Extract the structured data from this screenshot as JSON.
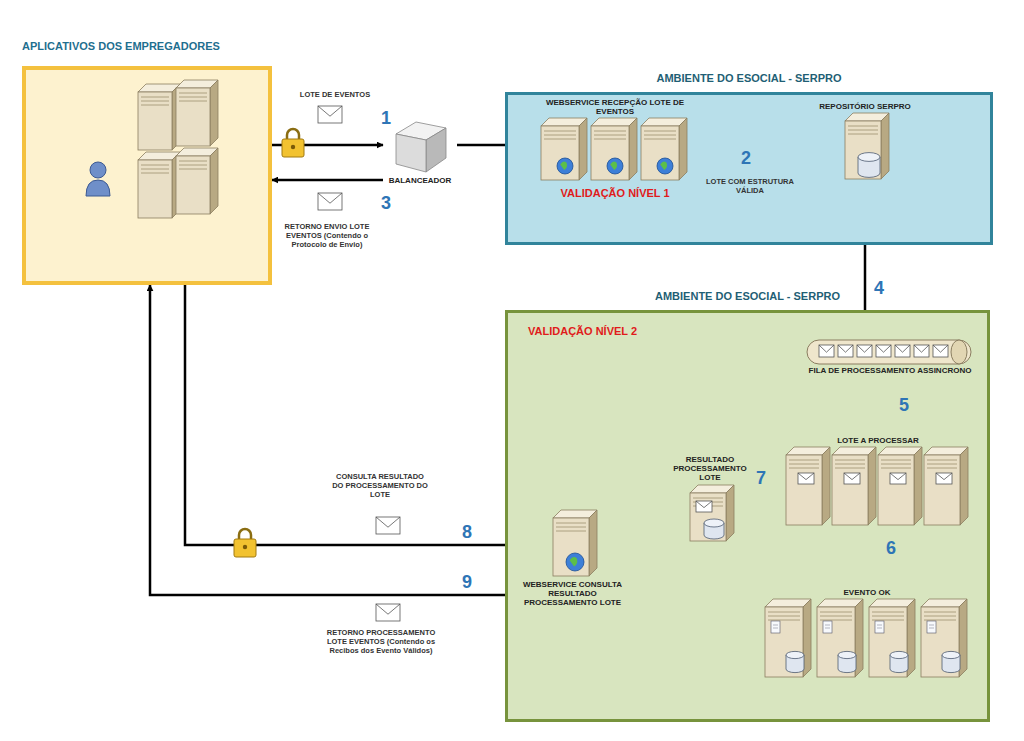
{
  "diagram": {
    "nodes": [
      {
        "text": [
          "APLICATIVOS DOS EMPREGADORES"
        ]
      },
      {
        "text": [
          "BALANCEADOR"
        ]
      },
      {
        "text": [
          "AMBIENTE DO ESOCIAL - SERPRO"
        ]
      },
      {
        "text": [
          "WEBSERVICE RECEPÇÃO LOTE DE EVENTOS",
          "VALIDAÇÃO NÍVEL 1"
        ],
        "in": 2
      },
      {
        "text": [
          "REPOSITÓRIO SERPRO"
        ],
        "in": 2
      },
      {
        "text": [
          "AMBIENTE DO ESOCIAL - SERPRO",
          "VALIDAÇÃO NÍVEL 2"
        ]
      },
      {
        "text": [
          "FILA DE PROCESSAMENTO ASSINCRONO"
        ],
        "in": 5
      },
      {
        "text": [
          "LOTE A PROCESSAR"
        ],
        "in": 5
      },
      {
        "text": [
          "RESULTADO PROCESSAMENTO LOTE"
        ],
        "in": 5
      },
      {
        "text": [
          "EVENTO OK"
        ],
        "in": 5
      },
      {
        "text": [
          "WEBSERVICE CONSULTA RESULTADO PROCESSAMENTO LOTE"
        ],
        "in": 5
      }
    ],
    "edges": [
      {
        "from": 0,
        "to": 1,
        "arrow": "to",
        "label": "LOTE DE EVENTOS"
      },
      {
        "from": 1,
        "to": 3,
        "arrow": "to"
      },
      {
        "from": 1,
        "to": 0,
        "arrow": "to",
        "label": "RETORNO ENVIO LOTE EVENTOS (Contendo o Protocolo de Envio)"
      },
      {
        "from": 3,
        "to": 4,
        "arrow": "to",
        "label": "LOTE COM ESTRUTURA VÁLIDA"
      },
      {
        "from": 4,
        "to": 6,
        "arrow": "to"
      },
      {
        "from": 6,
        "to": 7,
        "arrow": "to"
      },
      {
        "from": 7,
        "to": 8,
        "arrow": "to"
      },
      {
        "from": 7,
        "to": 9,
        "arrow": "to"
      },
      {
        "from": 0,
        "to": 10,
        "arrow": "to",
        "label": "CONSULTA RESULTADO DO PROCESSAMENTO DO LOTE"
      },
      {
        "from": 10,
        "to": 0,
        "arrow": "to",
        "label": "RETORNO PROCESSAMENTO LOTE EVENTOS (Contendo os Recibos dos Evento Válidos)"
      },
      {
        "from": 10,
        "to": 8,
        "arrow": "both"
      }
    ],
    "labels": [
      "1",
      "2",
      "3",
      "4",
      "5",
      "6",
      "7",
      "8",
      "9"
    ]
  }
}
